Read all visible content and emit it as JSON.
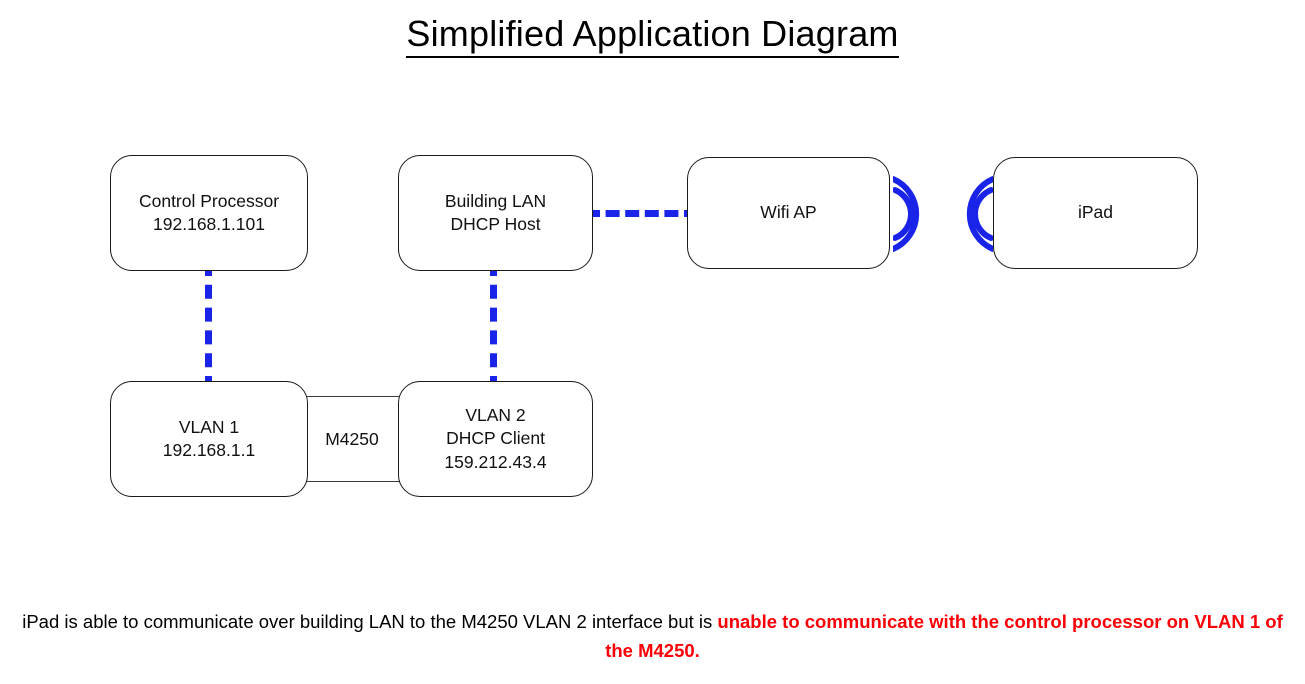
{
  "title": "Simplified Application Diagram",
  "nodes": {
    "control_processor": {
      "line1": "Control Processor",
      "line2": "192.168.1.101"
    },
    "building_lan": {
      "line1": "Building LAN",
      "line2": "DHCP Host"
    },
    "wifi_ap": {
      "line1": "Wifi AP"
    },
    "ipad": {
      "line1": "iPad"
    },
    "vlan1": {
      "line1": "VLAN 1",
      "line2": "192.168.1.1"
    },
    "vlan2": {
      "line1": "VLAN 2",
      "line2": "DHCP Client",
      "line3": "159.212.43.4"
    },
    "switch": {
      "label": "M4250"
    }
  },
  "connections": {
    "cp_to_vlan1": "dashed-blue-vertical",
    "lan_to_vlan2": "dashed-blue-vertical",
    "lan_to_wifi_ap": "dashed-blue-horizontal",
    "wifi_ap_to_ipad": "wireless-arcs"
  },
  "caption": {
    "normal_text": "iPad is able to communicate over building LAN to the M4250 VLAN 2 interface but is ",
    "alert_text": "unable to communicate with the control processor on VLAN 1 of the M4250."
  },
  "colors": {
    "link": "#1a24e8",
    "alert": "#fb0007",
    "outline": "#1a1a1a",
    "background": "#ffffff"
  }
}
